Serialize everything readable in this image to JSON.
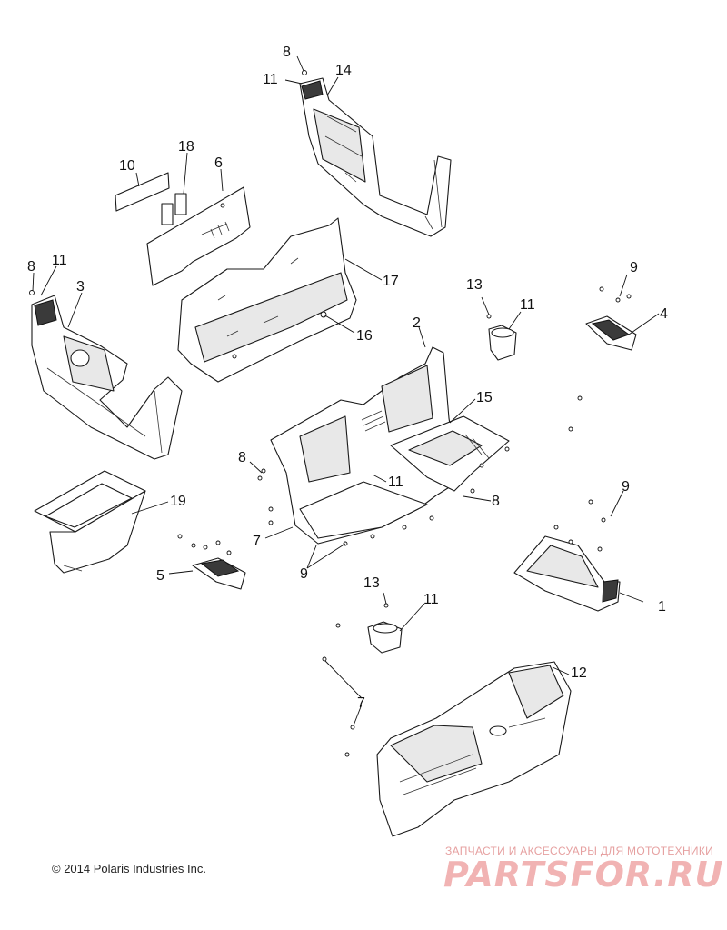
{
  "callouts": {
    "c8_top": "8",
    "c11_top": "11",
    "c14": "14",
    "c10": "10",
    "c18": "18",
    "c6": "6",
    "c8_left": "8",
    "c11_left": "11",
    "c3": "3",
    "c17": "17",
    "c16": "16",
    "c13_mid": "13",
    "c11_cup": "11",
    "c9_right": "9",
    "c4": "4",
    "c2": "2",
    "c15": "15",
    "c8_center": "8",
    "c11_center": "11",
    "c8_floor": "8",
    "c9_floor": "9",
    "c1": "1",
    "c19": "19",
    "c7_left": "7",
    "c9_left": "9",
    "c5": "5",
    "c13_low": "13",
    "c11_low": "11",
    "c12": "12",
    "c7_low": "7"
  },
  "footer": {
    "copyright": "© 2014 Polaris Industries Inc."
  },
  "watermark": {
    "tagline": "ЗАПЧАСТИ И АКСЕССУАРЫ ДЛЯ МОТОТЕХНИКИ",
    "logo": "PARTSFOR.RU",
    "color": "#f1b3b3"
  }
}
